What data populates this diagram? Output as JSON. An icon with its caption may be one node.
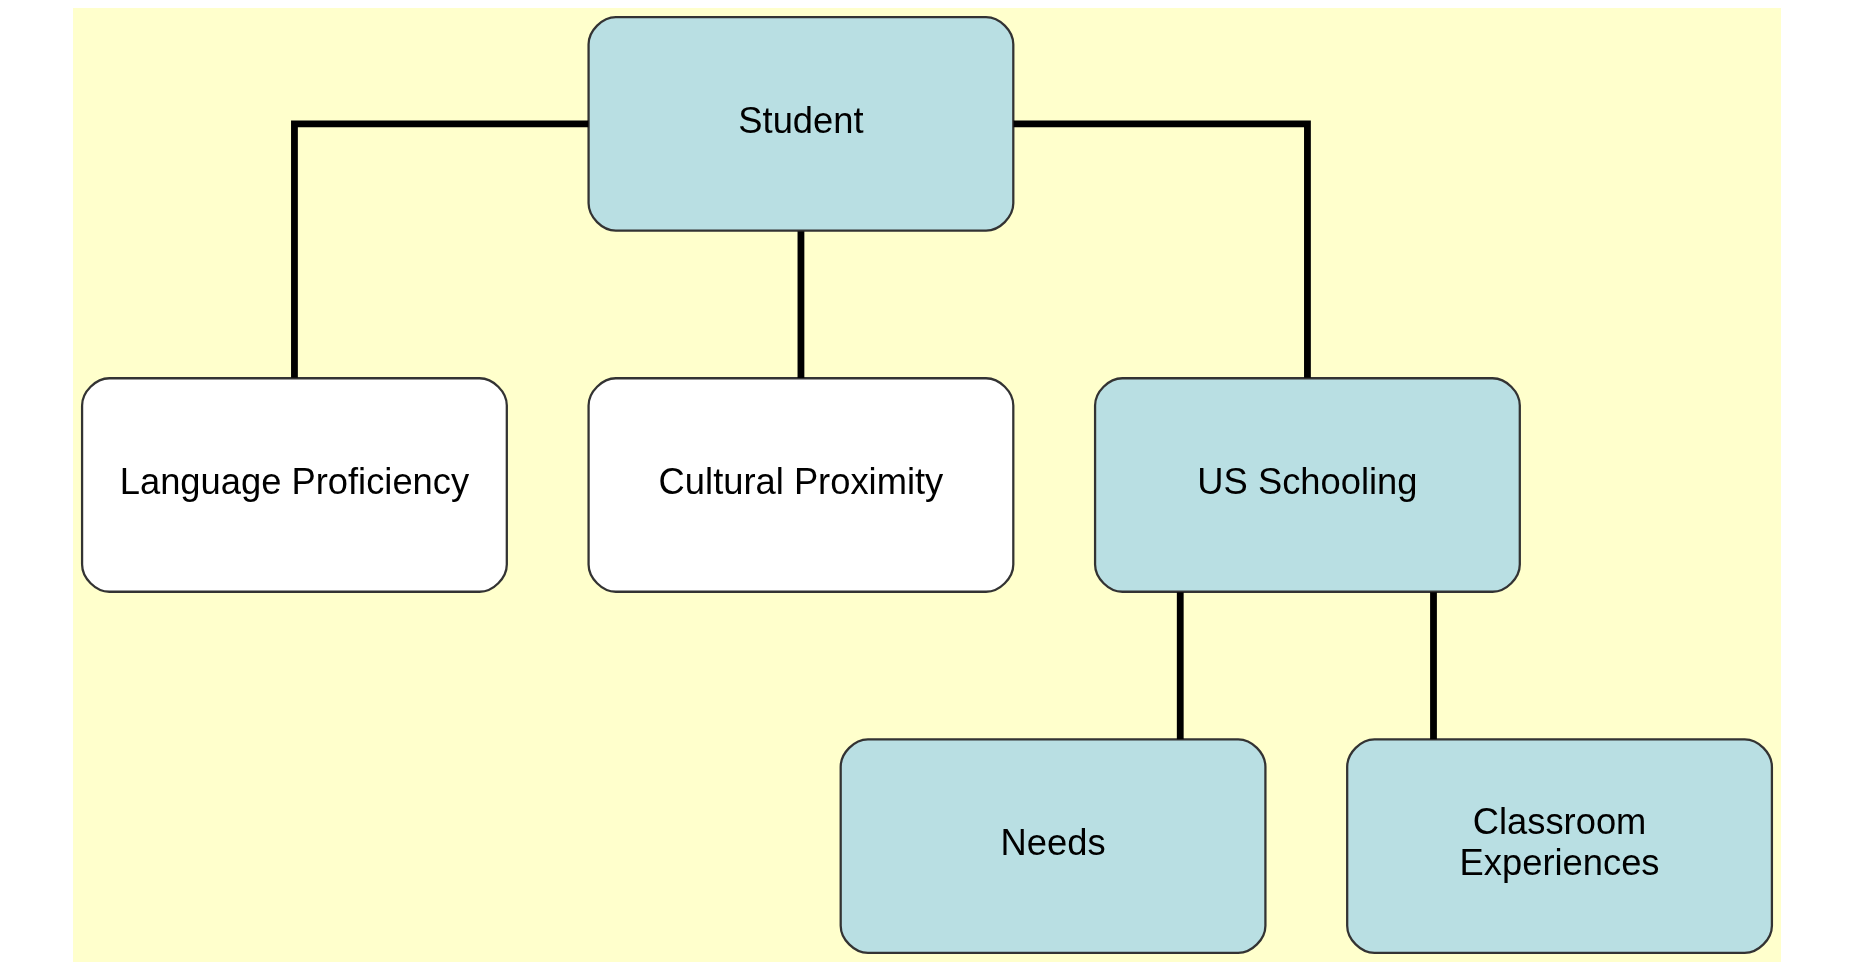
{
  "diagram": {
    "nodes": [
      {
        "text": [
          "Student"
        ]
      },
      {
        "text": [
          "Language Proficiency"
        ]
      },
      {
        "text": [
          "Cultural Proximity"
        ]
      },
      {
        "text": [
          "US Schooling"
        ]
      },
      {
        "text": [
          "Needs"
        ]
      },
      {
        "text": [
          "Classroom Experiences"
        ]
      }
    ],
    "edges": [
      {
        "from": 0,
        "to": 1,
        "arrow": "none"
      },
      {
        "from": 0,
        "to": 2,
        "arrow": "none"
      },
      {
        "from": 0,
        "to": 3,
        "arrow": "none"
      },
      {
        "from": 3,
        "to": 4,
        "arrow": "none"
      },
      {
        "from": 3,
        "to": 5,
        "arrow": "none"
      }
    ]
  }
}
